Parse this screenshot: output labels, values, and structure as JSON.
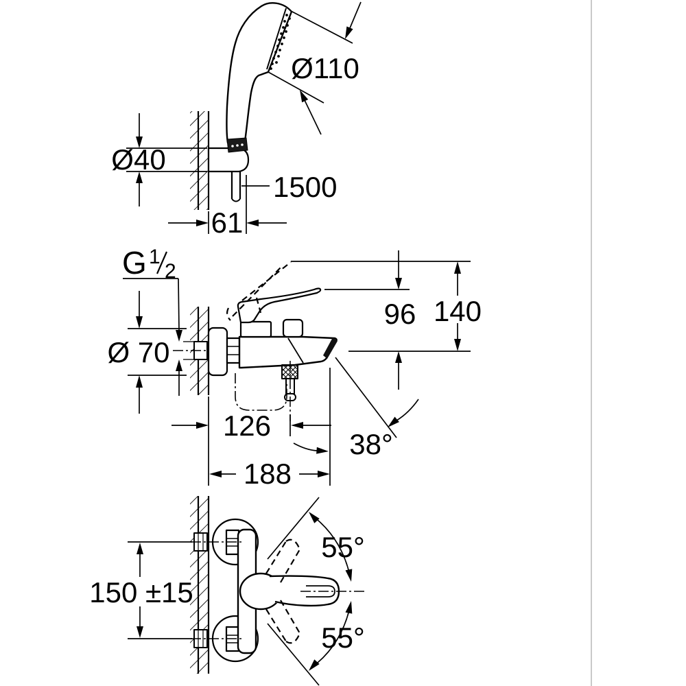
{
  "document_type": "technical dimension drawing",
  "colors": {
    "line": "#000000",
    "divider": "#c9c9c9",
    "background": "#ffffff"
  },
  "views": {
    "hand_shower_set": {
      "dims": {
        "head_diameter": "Ø110",
        "holder_escutcheon_diameter": "Ø40",
        "hose_length": "1500",
        "wall_to_hose_offset": "61"
      }
    },
    "bath_mixer_side": {
      "dims": {
        "thread_letter": "G",
        "thread_numerator": "1",
        "thread_denominator": "2",
        "escutcheon_diameter": "Ø 70",
        "lever_height_above_spout_axis": "96",
        "total_height_above_spout_axis": "140",
        "shower_outlet_projection": "126",
        "spout_angle": "38°",
        "total_projection": "188"
      }
    },
    "bath_mixer_front": {
      "dims": {
        "connection_center_distance": "150 ±15",
        "lever_swing_upper": "55°",
        "lever_swing_lower": "55°"
      }
    }
  }
}
